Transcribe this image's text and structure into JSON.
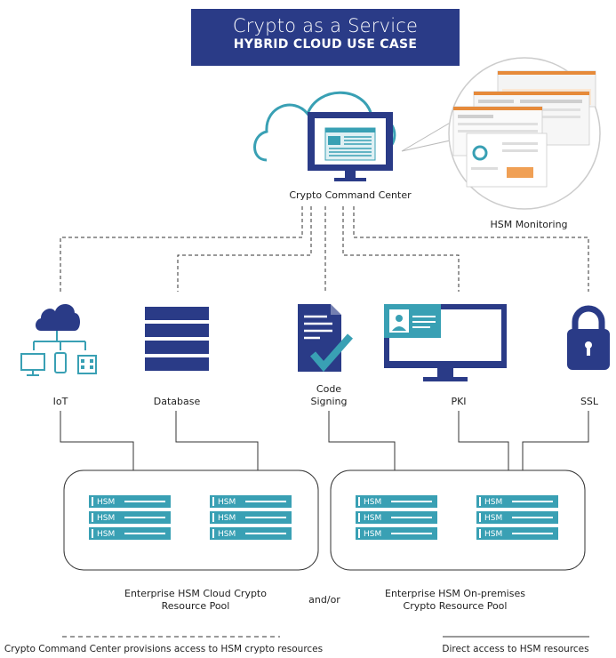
{
  "title": {
    "line1": "Crypto as a Service",
    "line2": "HYBRID CLOUD USE CASE"
  },
  "command_center": {
    "label": "Crypto Command Center"
  },
  "monitoring": {
    "label": "HSM Monitoring"
  },
  "endpoints": {
    "iot": "IoT",
    "database": "Database",
    "code_signing_1": "Code",
    "code_signing_2": "Signing",
    "pki": "PKI",
    "ssl": "SSL"
  },
  "hsm_label": "HSM",
  "pools": {
    "cloud_1": "Enterprise HSM Cloud Crypto",
    "cloud_2": "Resource Pool",
    "connector": "and/or",
    "onprem_1": "Enterprise HSM On-premises",
    "onprem_2": "Crypto Resource Pool"
  },
  "legend": {
    "dashed": "Crypto Command Center provisions access to HSM crypto resources",
    "solid": "Direct access to HSM resources"
  },
  "colors": {
    "navy": "#2a3b87",
    "teal": "#39a0b4",
    "line": "#333333"
  }
}
